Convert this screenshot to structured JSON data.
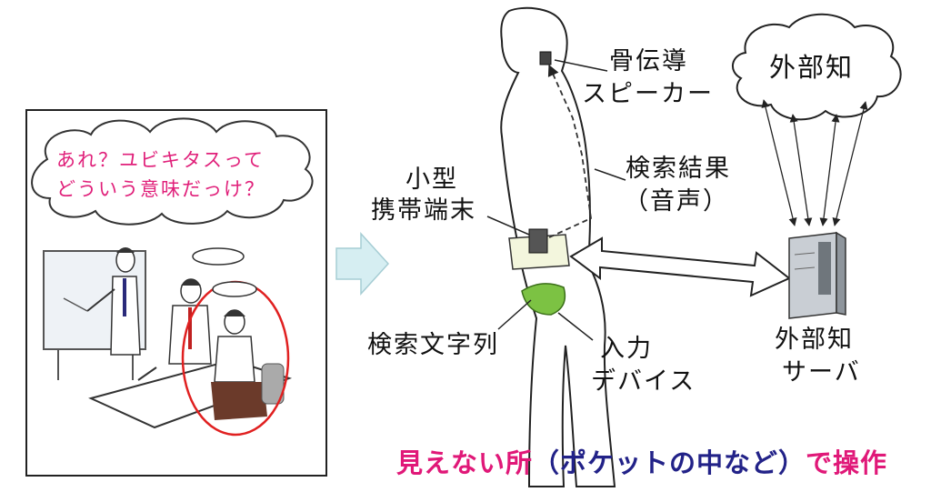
{
  "thought_bubble": {
    "line1": "あれ？ユビキタスって",
    "line2": "どういう意味だっけ？"
  },
  "labels": {
    "bone_conduction_speaker_line1": "骨伝導",
    "bone_conduction_speaker_line2": "スピーカー",
    "external_knowledge": "外部知",
    "search_result_line1": "検索結果",
    "search_result_line2": "（音声）",
    "small_device_line1": "小型",
    "small_device_line2": "携帯端末",
    "search_string": "検索文字列",
    "input_device_line1": "入力",
    "input_device_line2": "デバイス",
    "external_server_line1": "外部知",
    "external_server_line2": "サーバ"
  },
  "caption": {
    "part1": "見えない所",
    "part2": "（ポケットの中など）",
    "part3": "で操作"
  },
  "colors": {
    "caption_pink": "#e01878",
    "caption_navy": "#222288",
    "bubble_text_pink": "#e0207a",
    "highlight_circle_red": "#e02020",
    "arrow_fill_teal": "#d6eef2",
    "device_green": "#7cc243"
  }
}
